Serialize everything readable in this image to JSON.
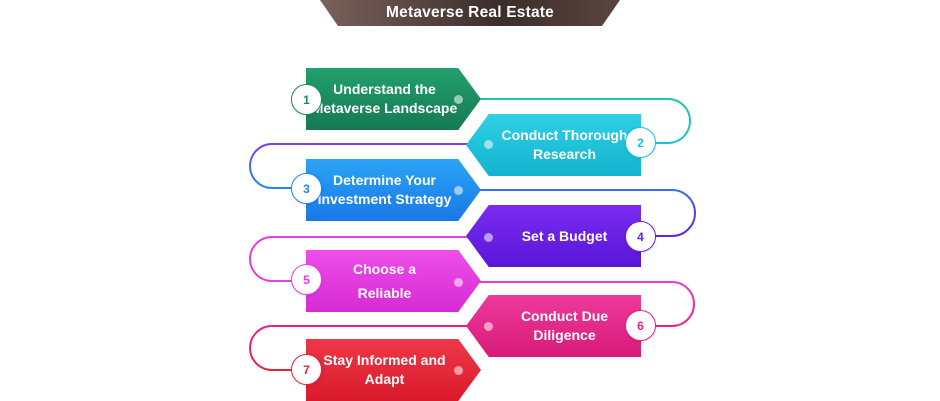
{
  "title": "Metaverse Real Estate",
  "steps": [
    {
      "number": "1",
      "label": "Understand the Metaverse Landscape",
      "color": "#1e8a5f"
    },
    {
      "number": "2",
      "label": "Conduct Thorough Research",
      "color": "#19c3dc"
    },
    {
      "number": "3",
      "label": "Determine Your Investment Strategy",
      "color": "#1e88f0"
    },
    {
      "number": "4",
      "label": "Set a Budget",
      "color": "#6a1fe6"
    },
    {
      "number": "5",
      "label": "Choose a Reliable",
      "color": "#e83ee0"
    },
    {
      "number": "6",
      "label": "Conduct Due Diligence",
      "color": "#e8218a"
    },
    {
      "number": "7",
      "label": "Stay Informed and Adapt",
      "color": "#e8223a"
    }
  ]
}
